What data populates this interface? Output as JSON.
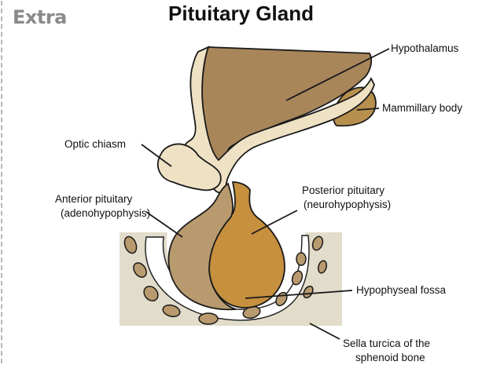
{
  "header": {
    "badge": "Extra",
    "title": "Pituitary Gland"
  },
  "labels": {
    "hypothalamus": "Hypothalamus",
    "mammillary_body": "Mammillary body",
    "optic_chiasm": "Optic chiasm",
    "anterior_pituitary_line1": "Anterior pituitary",
    "anterior_pituitary_line2": "(adenohypophysis)",
    "posterior_pituitary_line1": "Posterior pituitary",
    "posterior_pituitary_line2": "(neurohypophysis)",
    "hypophyseal_fossa": "Hypophyseal fossa",
    "sella_turcica_line1": "Sella turcica of the",
    "sella_turcica_line2": "sphenoid bone"
  },
  "colors": {
    "hypothalamus": "#a8865a",
    "membrane": "#efe2c4",
    "bone": "#e2dccb",
    "anterior_pituitary": "#b89a6e",
    "posterior_pituitary": "#c6903e",
    "outline": "#1a1a1a"
  }
}
